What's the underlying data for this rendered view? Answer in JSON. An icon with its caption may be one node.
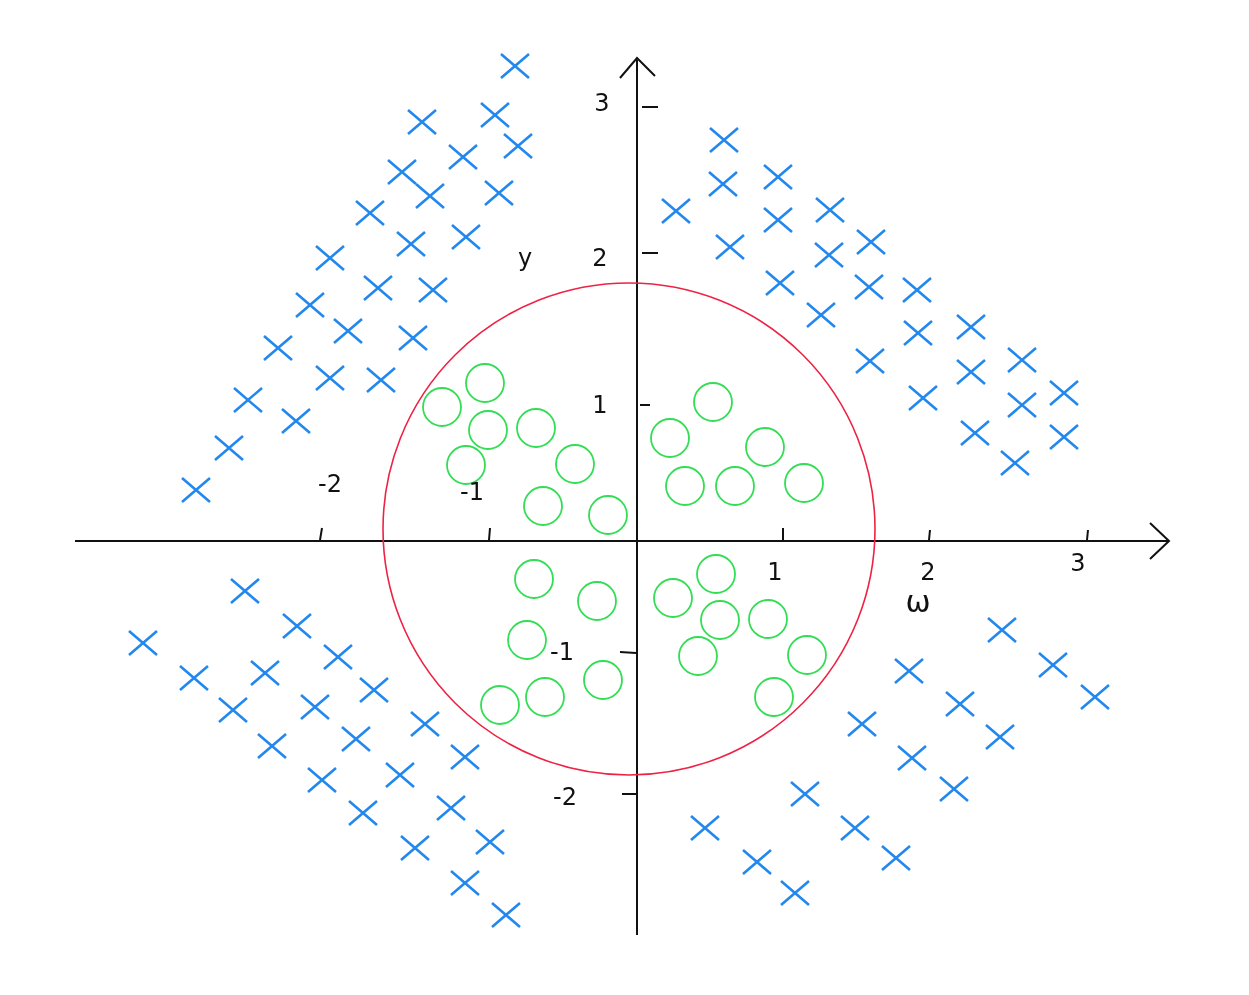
{
  "diagram": {
    "labels": [
      "3",
      "y",
      "2",
      "1",
      "-2",
      "-1",
      "3",
      "1",
      "2",
      "ω",
      "-1",
      "-2"
    ]
  }
}
